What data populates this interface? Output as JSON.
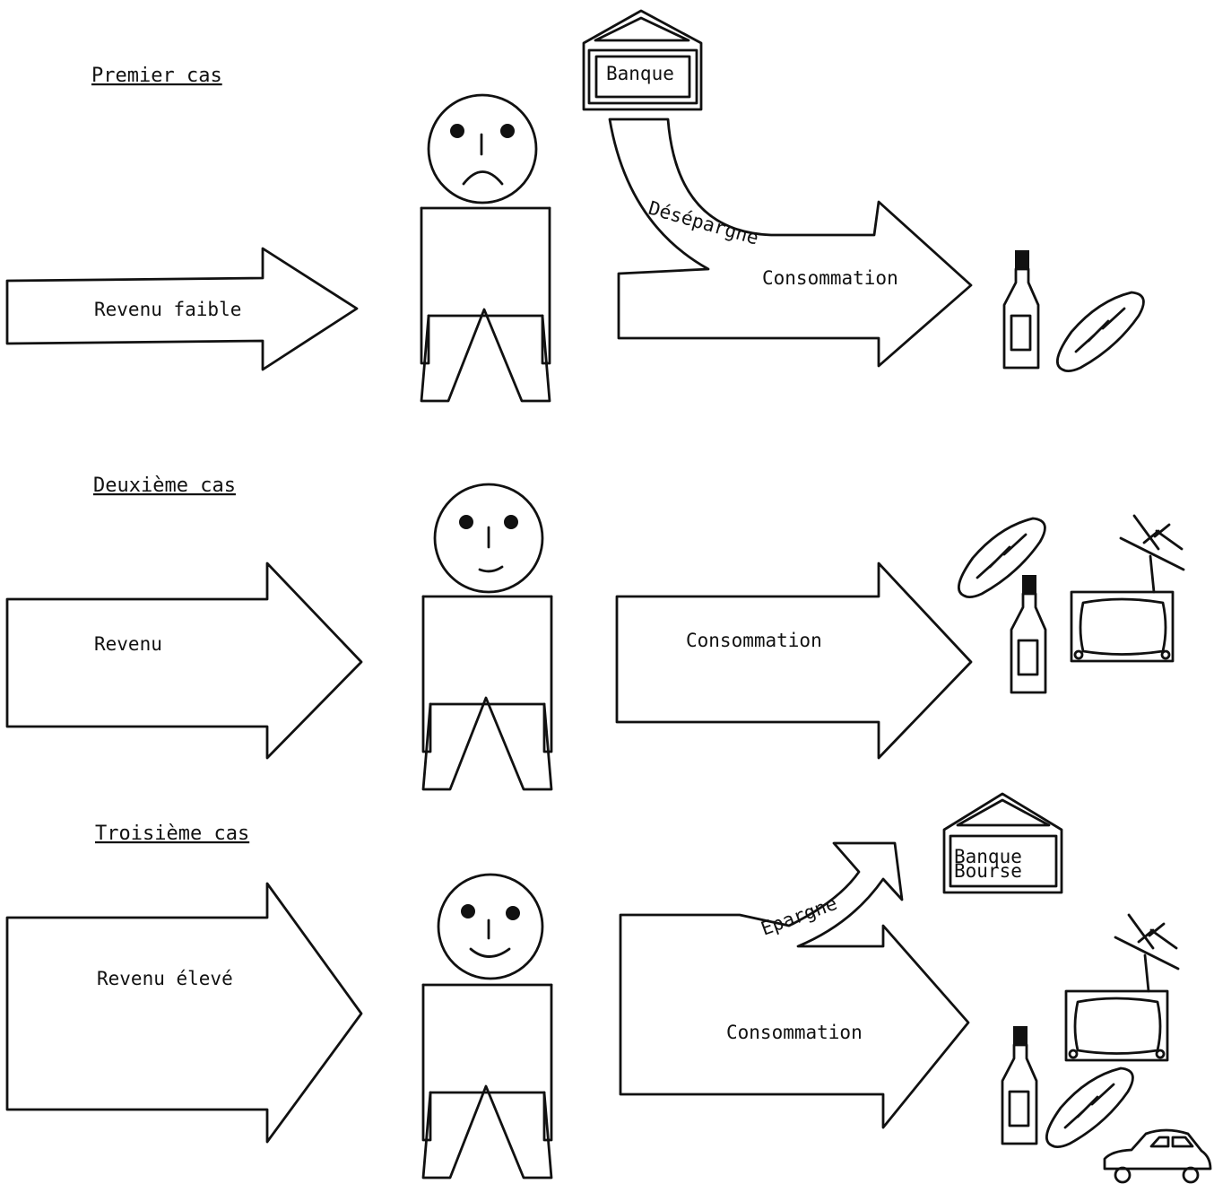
{
  "cases": [
    {
      "heading": "Premier cas",
      "income_label": "Revenu faible",
      "bank_label": "Banque",
      "flow_label": "Désépargne",
      "consumption_label": "Consommation"
    },
    {
      "heading": "Deuxième cas",
      "income_label": "Revenu",
      "consumption_label": "Consommation"
    },
    {
      "heading": "Troisième cas",
      "income_label": "Revenu élevé",
      "bank_label_line1": "Banque",
      "bank_label_line2": "Bourse",
      "flow_label": "Epargne",
      "consumption_label": "Consommation"
    }
  ],
  "icons": {
    "case1": [
      "bottle-icon",
      "bread-icon",
      "bank-icon"
    ],
    "case2": [
      "bread-icon",
      "bottle-icon",
      "tv-icon"
    ],
    "case3": [
      "bank-icon",
      "tv-icon",
      "bottle-icon",
      "bread-icon",
      "car-icon"
    ]
  },
  "colors": {
    "ink": "#111111",
    "paper": "#ffffff"
  }
}
